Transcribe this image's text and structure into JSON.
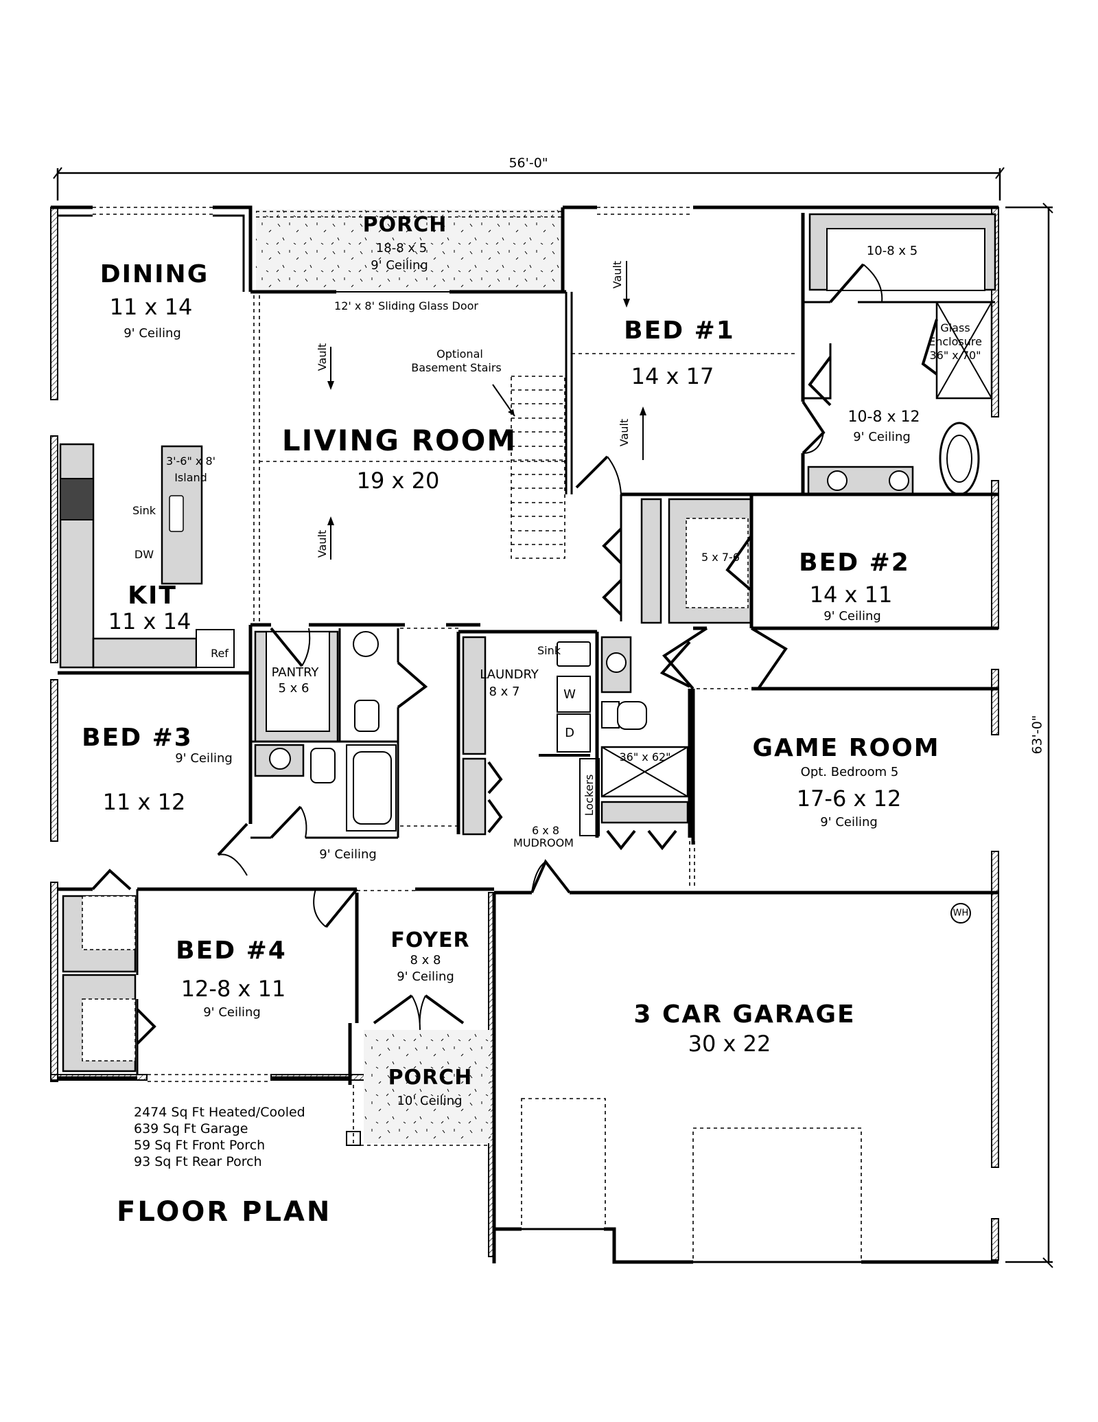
{
  "drawing": {
    "title": "FLOOR PLAN",
    "overall_width": "56'-0\"",
    "overall_depth": "63'-0\""
  },
  "rooms": {
    "dining": {
      "name": "DINING",
      "size": "11 x 14",
      "ceiling": "9' Ceiling"
    },
    "rear_porch": {
      "name": "PORCH",
      "size": "18-8 x 5",
      "ceiling": "9' Ceiling"
    },
    "sliding_door": "12' x 8' Sliding Glass Door",
    "living": {
      "name": "LIVING ROOM",
      "size": "19 x 20",
      "vault_labels": [
        "Vault",
        "Vault"
      ]
    },
    "stairs_note": [
      "Optional",
      "Basement Stairs"
    ],
    "kitchen": {
      "name": "KIT",
      "size": "11 x 14",
      "island": [
        "3'-6\" x 8'",
        "Island"
      ],
      "sink": "Sink",
      "dw": "DW",
      "ref": "Ref"
    },
    "bed1": {
      "name": "BED #1",
      "size": "14 x 17",
      "vault_labels": [
        "Vault",
        "Vault"
      ]
    },
    "master_closet": {
      "size": "10-8 x 5"
    },
    "master_bath": {
      "size": "10-8 x 12",
      "ceiling": "9' Ceiling",
      "shower": [
        "Glass",
        "Enclosure",
        "36\" x 70\""
      ]
    },
    "bed2": {
      "name": "BED #2",
      "size": "14 x 11",
      "ceiling": "9' Ceiling",
      "closet": "5 x 7-6"
    },
    "pantry": {
      "name": "PANTRY",
      "size": "5 x 6"
    },
    "laundry": {
      "name": "LAUNDRY",
      "size": "8 x 7",
      "sink": "Sink",
      "washer": "W",
      "dryer": "D"
    },
    "mudroom": {
      "name": "MUDROOM",
      "size": "6 x 8",
      "lockers": "Lockers"
    },
    "half_bath_shower": "36\" x 62\"",
    "game_room": {
      "name": "GAME ROOM",
      "subtitle": "Opt. Bedroom 5",
      "size": "17-6 x 12",
      "ceiling": "9' Ceiling"
    },
    "bed3": {
      "name": "BED #3",
      "ceiling": "9' Ceiling",
      "size": "11 x 12"
    },
    "hall": {
      "ceiling": "9' Ceiling"
    },
    "bed4": {
      "name": "BED #4",
      "size": "12-8 x 11",
      "ceiling": "9' Ceiling"
    },
    "foyer": {
      "name": "FOYER",
      "size": "8 x 8",
      "ceiling": "9' Ceiling"
    },
    "front_porch": {
      "name": "PORCH",
      "ceiling": "10' Ceiling"
    },
    "garage": {
      "name": "3 CAR GARAGE",
      "size": "30 x 22",
      "water_heater": "WH"
    }
  },
  "stats": [
    "2474 Sq Ft Heated/Cooled",
    "639 Sq Ft Garage",
    "59 Sq Ft Front Porch",
    "93 Sq Ft Rear Porch"
  ]
}
